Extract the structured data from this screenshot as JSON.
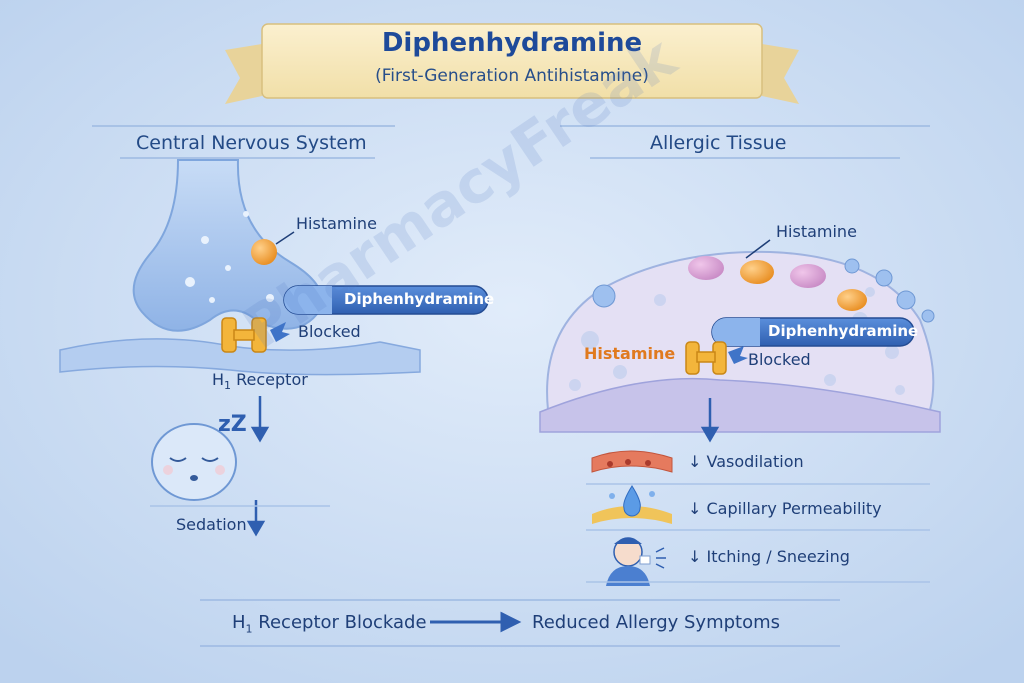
{
  "header": {
    "title": "Diphenhydramine",
    "subtitle": "(First-Generation Antihistamine)"
  },
  "watermark": "PharmacyFreak",
  "cns_panel": {
    "heading": "Central Nervous System",
    "histamine_label": "Histamine",
    "drug_label": "Diphenhydramine",
    "blocked_label": "Blocked",
    "receptor_letter": "H",
    "receptor_subscript": "1",
    "receptor_word": "Receptor",
    "sleep_glyph": "zZ",
    "effect_label": "Sedation"
  },
  "tissue_panel": {
    "heading": "Allergic Tissue",
    "histamine_label": "Histamine",
    "histamine_side_label": "Histamine",
    "drug_label": "Diphenhydramine",
    "blocked_label": "Blocked",
    "effects": [
      {
        "arrow": "↓",
        "label": "Vasodilation",
        "icon": "blood-vessel-icon"
      },
      {
        "arrow": "↓",
        "label": "Capillary Permeability",
        "icon": "droplet-icon"
      },
      {
        "arrow": "↓",
        "label": "Itching / Sneezing",
        "icon": "sneezing-person-icon"
      }
    ]
  },
  "footer": {
    "cause_prefix": "H",
    "cause_subscript": "1",
    "cause_suffix": "Receptor Blockade",
    "result": "Reduced Allergy Symptoms"
  },
  "colors": {
    "background": "#cfe0f5",
    "pill_blue": "#3f74c8",
    "histamine_orange": "#f2a23a",
    "receptor_gold": "#f3b53b",
    "text_navy": "#1f3f78"
  }
}
